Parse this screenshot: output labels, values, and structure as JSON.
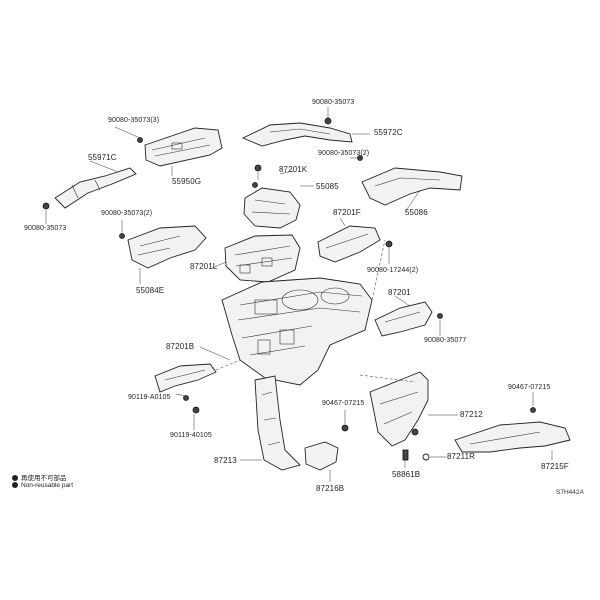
{
  "labels": {
    "p_90080_35073_top": "90080-35073",
    "p_55972C": "55972C",
    "p_90080_35073_3": "90080-35073(3)",
    "p_55971C": "55971C",
    "p_55950G": "55950G",
    "p_87201K": "87201K",
    "p_90080_35073_2_right": "90080-35073(2)",
    "p_55085": "55085",
    "p_55086": "55086",
    "p_90080_35073_left": "90080-35073",
    "p_90080_35073_2_left": "90080-35073(2)",
    "p_87201F": "87201F",
    "p_55084E": "55084E",
    "p_87201L": "87201L",
    "p_90080_17244_2": "90080-17244(2)",
    "p_87201": "87201",
    "p_90080_35077": "90080-35077",
    "p_87201B": "87201B",
    "p_90119_A0105": "90119-A0105",
    "p_90119_40105": "90119-40105",
    "p_90467_07215_mid": "90467-07215",
    "p_90467_07215_right": "90467-07215",
    "p_87212": "87212",
    "p_87213": "87213",
    "p_87211R": "87211R",
    "p_58861B": "58861B",
    "p_87216B": "87216B",
    "p_87215F": "87215F"
  },
  "legend": {
    "line1": "再使用不可部品",
    "line2": "Non-reusable part"
  },
  "diagram_code": "S7H442A",
  "colors": {
    "ink": "#222222",
    "part_fill": "#f2f2f2",
    "dark": "#444444"
  }
}
